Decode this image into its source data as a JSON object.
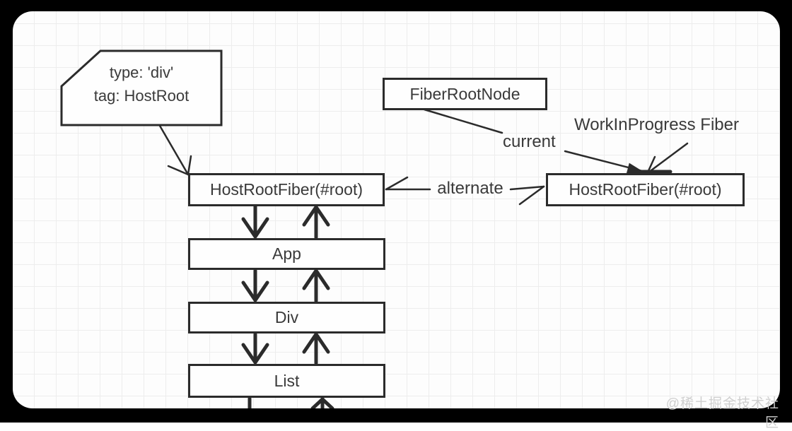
{
  "frame": {
    "watermark": "@稀土掘金技术社区"
  },
  "diagram": {
    "callout": {
      "line1": "type: 'div'",
      "line2": "tag: HostRoot"
    },
    "nodes": {
      "fiberRootNode": {
        "label": "FiberRootNode"
      },
      "hostRootFiberCurrent": {
        "label": "HostRootFiber(#root)"
      },
      "hostRootFiberWip": {
        "label": "HostRootFiber(#root)"
      },
      "app": {
        "label": "App"
      },
      "div": {
        "label": "Div"
      },
      "list": {
        "label": "List"
      }
    },
    "edges": {
      "current": {
        "label": "current"
      },
      "alternate": {
        "label": "alternate"
      },
      "workInProgress": {
        "label": "WorkInProgress Fiber"
      }
    },
    "colors": {
      "frame": "#000000",
      "canvas": "#fdfdfd",
      "grid": "#ededed",
      "stroke": "#2b2b2b",
      "text": "#3a3a3a",
      "watermark": "#cfcfcf"
    }
  }
}
